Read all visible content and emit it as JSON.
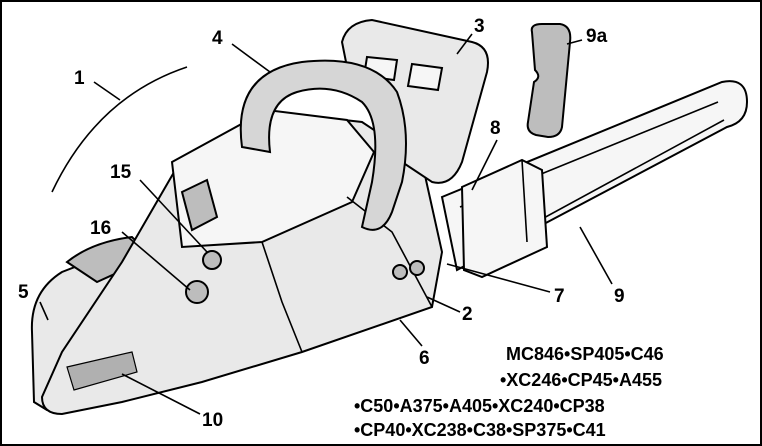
{
  "callouts": {
    "c1": "1",
    "c2": "2",
    "c3": "3",
    "c4": "4",
    "c5": "5",
    "c6": "6",
    "c7": "7",
    "c8": "8",
    "c9": "9",
    "c9a": "9a",
    "c10": "10",
    "c15": "15",
    "c16": "16"
  },
  "models": [
    "MC846•SP405•C46",
    "•XC246•CP45•A455",
    "•C50•A375•A405•XC240•CP38",
    "•CP40•XC238•C38•SP375•C41"
  ],
  "colors": {
    "body": "#e9e9e9",
    "shade": "#bdbdbd",
    "line": "#000000"
  }
}
